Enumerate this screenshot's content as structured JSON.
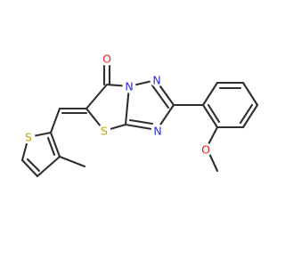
{
  "molecule": {
    "atom_colors": {
      "O": "#e8201a",
      "N": "#2b2bdf",
      "S": "#c5a500",
      "C": "#2f2f2f"
    },
    "labels": {
      "carbonyl_o": "O",
      "n_bridge": "N",
      "n_top": "N",
      "n_bottom": "N",
      "s_ring": "S",
      "s_thiophene": "S",
      "o_methoxy": "O"
    }
  }
}
